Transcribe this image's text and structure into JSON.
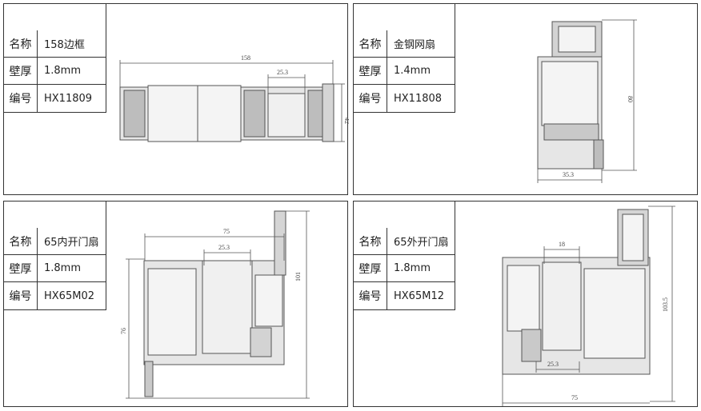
{
  "panels": [
    {
      "name": "158边框",
      "fields": [
        {
          "label": "名称",
          "value": "158边框"
        },
        {
          "label": "壁厚",
          "value": "1.8mm"
        },
        {
          "label": "编号",
          "value": "HX11809"
        }
      ],
      "dims": {
        "overall_width": "158",
        "inner_width": "25.3",
        "height": "42"
      }
    },
    {
      "name": "金钢网扇",
      "fields": [
        {
          "label": "名称",
          "value": "金钢网扇"
        },
        {
          "label": "壁厚",
          "value": "1.4mm"
        },
        {
          "label": "编号",
          "value": "HX11808"
        }
      ],
      "dims": {
        "height": "80",
        "width": "35.3"
      }
    },
    {
      "name": "65内开门扇",
      "fields": [
        {
          "label": "名称",
          "value": "65内开门扇"
        },
        {
          "label": "壁厚",
          "value": "1.8mm"
        },
        {
          "label": "编号",
          "value": "HX65M02"
        }
      ],
      "dims": {
        "overall_width": "75",
        "inner_width": "25.3",
        "height_right": "101",
        "height_left": "76"
      }
    },
    {
      "name": "65外开门扇",
      "fields": [
        {
          "label": "名称",
          "value": "65外开门扇"
        },
        {
          "label": "壁厚",
          "value": "1.8mm"
        },
        {
          "label": "编号",
          "value": "HX65M12"
        }
      ],
      "dims": {
        "top_width": "18",
        "inner_width": "25.3",
        "height": "103.5",
        "overall_width": "75"
      }
    }
  ]
}
